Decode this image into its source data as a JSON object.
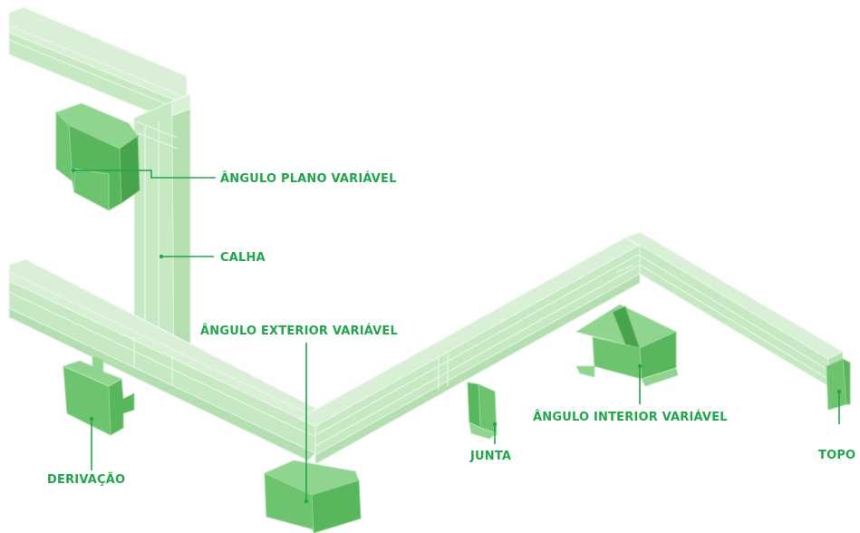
{
  "labels": {
    "angulo_plano": "ÂNGULO PLANO VARIÁVEL",
    "calha": "CALHA",
    "angulo_exterior": "ÂNGULO EXTERIOR VARIÁVEL",
    "angulo_interior": "ÂNGULO INTERIOR VARIÁVEL",
    "derivacao": "DERIVAÇÃO",
    "junta": "JUNTA",
    "topo": "TOPO"
  },
  "colors": {
    "label_text": "#1fa84a",
    "tray": "#c6e8c3",
    "accessory": "#6cc46f"
  }
}
